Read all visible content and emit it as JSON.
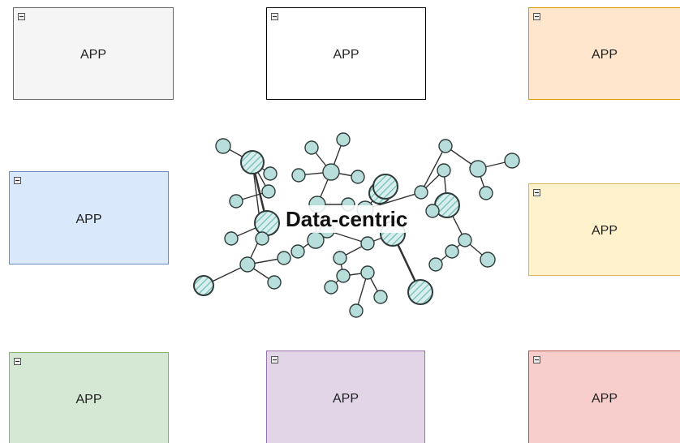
{
  "apps": [
    {
      "label": "APP",
      "fill": "#f5f5f5",
      "stroke": "#666666"
    },
    {
      "label": "APP",
      "fill": "#ffffff",
      "stroke": "#000000"
    },
    {
      "label": "APP",
      "fill": "#ffe6cc",
      "stroke": "#d79b00"
    },
    {
      "label": "APP",
      "fill": "#dae8fc",
      "stroke": "#6c8ebf"
    },
    {
      "label": "APP",
      "fill": "#fff2cc",
      "stroke": "#d6b656"
    },
    {
      "label": "APP",
      "fill": "#d5e8d4",
      "stroke": "#82b366"
    },
    {
      "label": "APP",
      "fill": "#e1d5e7",
      "stroke": "#9673a6"
    },
    {
      "label": "APP",
      "fill": "#f8cecc",
      "stroke": "#b85450"
    }
  ],
  "center": {
    "title": "Data-centric",
    "node_color": "#b7dedb",
    "edge_color": "#333333"
  }
}
